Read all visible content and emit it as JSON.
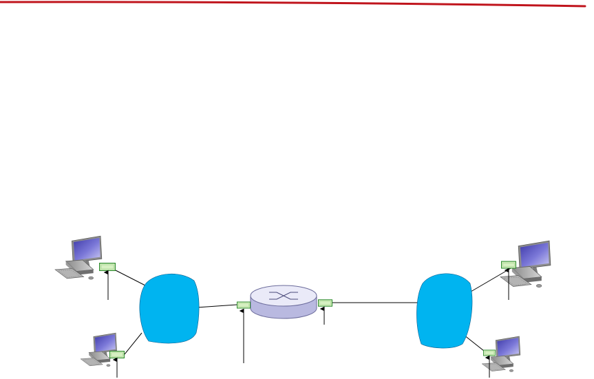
{
  "colors": {
    "title_rule": "#c0141c",
    "cloud_fill": "#00b4f0",
    "interface_fill": "#d6f0c2",
    "interface_stroke": "#2e8b2e",
    "link": "#000000",
    "router_top": "#eaeaf8",
    "router_side": "#b9b9e0"
  },
  "icons": {
    "host": "desktop-computer-icon",
    "router": "router-icon",
    "subnet": "network-cloud-icon",
    "interface": "network-interface-icon"
  },
  "network": {
    "hosts": [
      "left-upper-host",
      "left-lower-host",
      "right-upper-host",
      "right-lower-host"
    ],
    "subnets": [
      "left-subnet",
      "right-subnet"
    ],
    "routers": [
      "center-router"
    ],
    "interfaces": 6
  }
}
